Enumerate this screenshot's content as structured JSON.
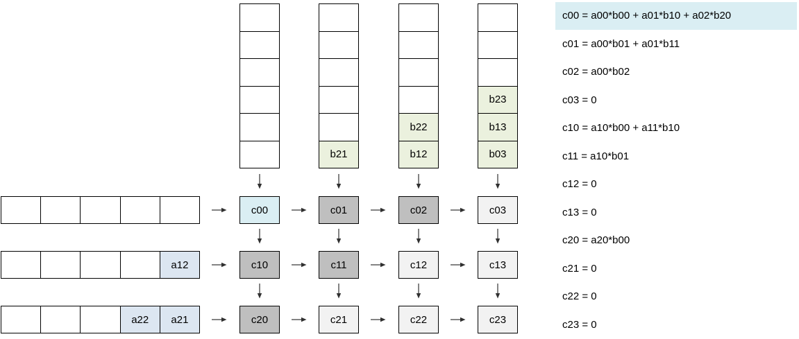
{
  "colors": {
    "border": "#000000",
    "arrow": "#303030",
    "b_fill": "#ebf1de",
    "a_fill": "#dce6f1",
    "c_active": "#daeef3",
    "c_computed": "#bfbfbf",
    "c_idle": "#f2f2f2",
    "empty": "#ffffff",
    "eq_highlight": "#daeef3"
  },
  "b_columns": [
    {
      "cells": [
        {
          "label": "",
          "fill": "#ffffff"
        },
        {
          "label": "",
          "fill": "#ffffff"
        },
        {
          "label": "",
          "fill": "#ffffff"
        },
        {
          "label": "",
          "fill": "#ffffff"
        },
        {
          "label": "",
          "fill": "#ffffff"
        },
        {
          "label": "",
          "fill": "#ffffff"
        }
      ]
    },
    {
      "cells": [
        {
          "label": "",
          "fill": "#ffffff"
        },
        {
          "label": "",
          "fill": "#ffffff"
        },
        {
          "label": "",
          "fill": "#ffffff"
        },
        {
          "label": "",
          "fill": "#ffffff"
        },
        {
          "label": "",
          "fill": "#ffffff"
        },
        {
          "label": "b21",
          "fill": "#ebf1de"
        }
      ]
    },
    {
      "cells": [
        {
          "label": "",
          "fill": "#ffffff"
        },
        {
          "label": "",
          "fill": "#ffffff"
        },
        {
          "label": "",
          "fill": "#ffffff"
        },
        {
          "label": "",
          "fill": "#ffffff"
        },
        {
          "label": "b22",
          "fill": "#ebf1de"
        },
        {
          "label": "b12",
          "fill": "#ebf1de"
        }
      ]
    },
    {
      "cells": [
        {
          "label": "",
          "fill": "#ffffff"
        },
        {
          "label": "",
          "fill": "#ffffff"
        },
        {
          "label": "",
          "fill": "#ffffff"
        },
        {
          "label": "b23",
          "fill": "#ebf1de"
        },
        {
          "label": "b13",
          "fill": "#ebf1de"
        },
        {
          "label": "b03",
          "fill": "#ebf1de"
        }
      ]
    }
  ],
  "a_rows": [
    {
      "cells": [
        {
          "label": "",
          "fill": "#ffffff"
        },
        {
          "label": "",
          "fill": "#ffffff"
        },
        {
          "label": "",
          "fill": "#ffffff"
        },
        {
          "label": "",
          "fill": "#ffffff"
        },
        {
          "label": "",
          "fill": "#ffffff"
        }
      ]
    },
    {
      "cells": [
        {
          "label": "",
          "fill": "#ffffff"
        },
        {
          "label": "",
          "fill": "#ffffff"
        },
        {
          "label": "",
          "fill": "#ffffff"
        },
        {
          "label": "",
          "fill": "#ffffff"
        },
        {
          "label": "a12",
          "fill": "#dce6f1"
        }
      ]
    },
    {
      "cells": [
        {
          "label": "",
          "fill": "#ffffff"
        },
        {
          "label": "",
          "fill": "#ffffff"
        },
        {
          "label": "",
          "fill": "#ffffff"
        },
        {
          "label": "a22",
          "fill": "#dce6f1"
        },
        {
          "label": "a21",
          "fill": "#dce6f1"
        }
      ]
    }
  ],
  "c_grid": [
    [
      {
        "label": "c00",
        "fill": "#daeef3"
      },
      {
        "label": "c01",
        "fill": "#bfbfbf"
      },
      {
        "label": "c02",
        "fill": "#bfbfbf"
      },
      {
        "label": "c03",
        "fill": "#f2f2f2"
      }
    ],
    [
      {
        "label": "c10",
        "fill": "#bfbfbf"
      },
      {
        "label": "c11",
        "fill": "#bfbfbf"
      },
      {
        "label": "c12",
        "fill": "#f2f2f2"
      },
      {
        "label": "c13",
        "fill": "#f2f2f2"
      }
    ],
    [
      {
        "label": "c20",
        "fill": "#bfbfbf"
      },
      {
        "label": "c21",
        "fill": "#f2f2f2"
      },
      {
        "label": "c22",
        "fill": "#f2f2f2"
      },
      {
        "label": "c23",
        "fill": "#f2f2f2"
      }
    ]
  ],
  "equations": [
    {
      "text": "c00 = a00*b00 + a01*b10 + a02*b20",
      "fill": "#daeef3"
    },
    {
      "text": "c01 = a00*b01 + a01*b11",
      "fill": "transparent"
    },
    {
      "text": "c02 = a00*b02",
      "fill": "transparent"
    },
    {
      "text": "c03 = 0",
      "fill": "transparent"
    },
    {
      "text": "c10 = a10*b00 + a11*b10",
      "fill": "transparent"
    },
    {
      "text": "c11 = a10*b01",
      "fill": "transparent"
    },
    {
      "text": "c12 = 0",
      "fill": "transparent"
    },
    {
      "text": "c13 = 0",
      "fill": "transparent"
    },
    {
      "text": "c20 = a20*b00",
      "fill": "transparent"
    },
    {
      "text": "c21 = 0",
      "fill": "transparent"
    },
    {
      "text": "c22 = 0",
      "fill": "transparent"
    },
    {
      "text": "c23 = 0",
      "fill": "transparent"
    }
  ]
}
